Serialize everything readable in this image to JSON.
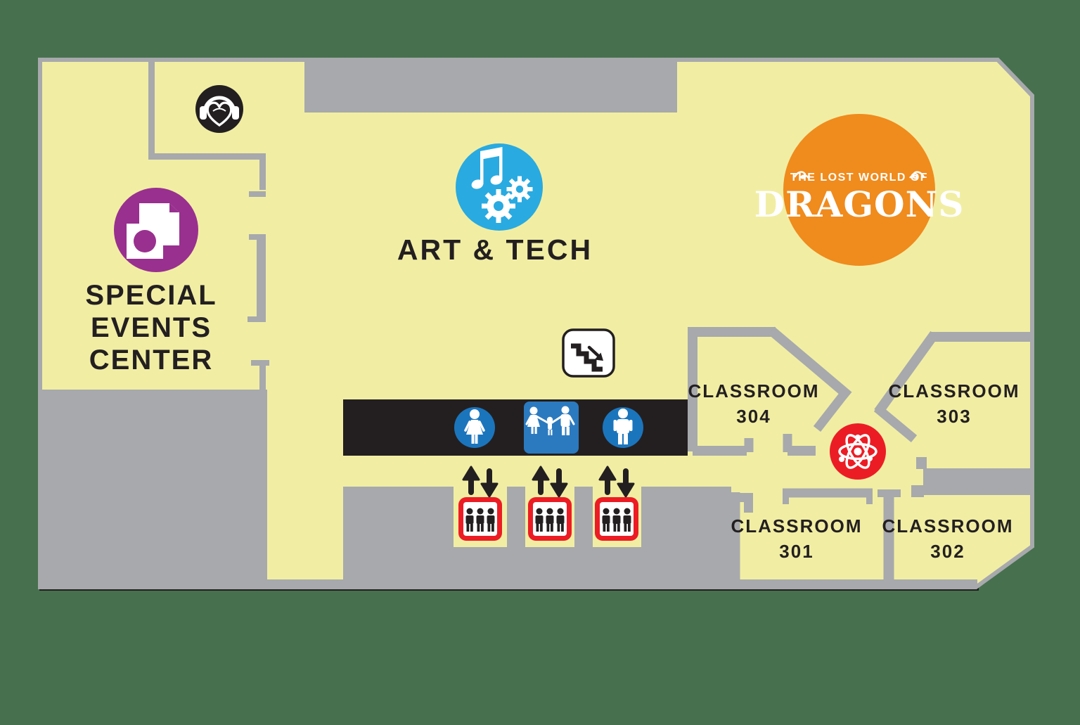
{
  "palette": {
    "background": "#47704e",
    "floor": "#f1eea4",
    "wall": "#a7a9ac",
    "ink": "#231f20",
    "white": "#ffffff",
    "special_events_purple": "#99308f",
    "art_tech_blue": "#29aae1",
    "dragons_orange": "#f08b1d",
    "science_red": "#ec1c24",
    "elevator_red": "#ec1c24",
    "restroom_blue": "#1b75bc",
    "family_restroom_blue": "#2b7abf"
  },
  "areas": {
    "special_events_center": {
      "line1": "SPECIAL",
      "line2": "EVENTS",
      "line3": "CENTER"
    },
    "art_tech": {
      "label": "ART & TECH"
    },
    "dragons": {
      "tagline": "THE LOST WORLD OF",
      "name": "DRAGONS"
    },
    "classroom_304": {
      "name": "CLASSROOM",
      "number": "304"
    },
    "classroom_303": {
      "name": "CLASSROOM",
      "number": "303"
    },
    "classroom_301": {
      "name": "CLASSROOM",
      "number": "301"
    },
    "classroom_302": {
      "name": "CLASSROOM",
      "number": "302"
    }
  },
  "icons": {
    "headphones": "headphones-over-heart",
    "special_events": "stacked-flyers",
    "art_tech": "music-note-and-gears",
    "stairs": "stairs-down-arrow",
    "science": "atom",
    "restroom_women": "woman-figure",
    "restroom_family": "family-holding-hands",
    "restroom_men": "man-figure",
    "elevator": "elevator-three-people-up-down-arrows",
    "elevator_count": "3"
  }
}
